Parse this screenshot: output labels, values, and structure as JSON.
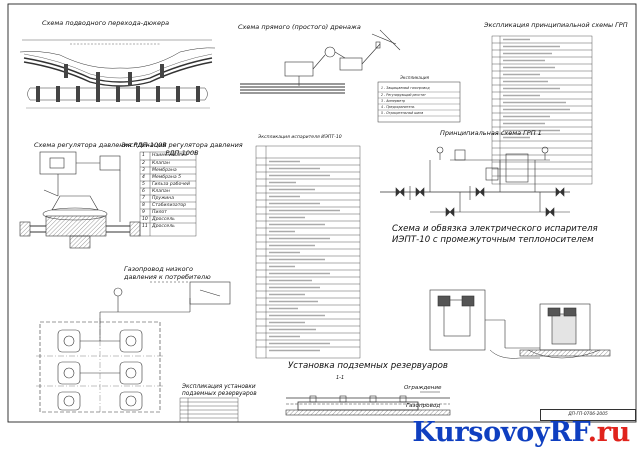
{
  "titles": {
    "underwater_crossing": "Схема подводного перехода-дюкера",
    "drainage": "Схема прямого (простого) дренажа",
    "grp_explication": "Экспликация принципиальной схемы ГРП",
    "regulator_scheme": "Схема регулятора давления РДП-100В",
    "regulator_explication": "Экспликация регулятора давления РДП-100В",
    "evaporator_explication": "Экспликация испарителя ИЭПТ-10",
    "grp_scheme": "Принципиальная схема ГРП 1",
    "evaporator_scheme": "Схема и обвязка электрического испарителя ИЭПТ-10 с промежуточным теплоносителем",
    "low_pressure_pipeline": "Газопровод низкого давления к потребителю",
    "tanks_explication": "Экспликация установки подземных резервуаров",
    "tanks_installation": "Установка подземных резервуаров",
    "section": "1-1",
    "fence": "Ограждение",
    "gas_pipeline": "Газопровод"
  },
  "drainage_explication": {
    "heading": "Экспликация",
    "rows": [
      "1 - Защищаемый газопровод",
      "2 - Регулирующий реостат",
      "3 - Амперметр",
      "4 - Предохранитель",
      "5 - Отрицательный шина"
    ]
  },
  "regulator_explication_rows": [
    {
      "num": "1",
      "name": "Наименование"
    },
    {
      "num": "2",
      "name": "Клапан"
    },
    {
      "num": "3",
      "name": "Мембрана"
    },
    {
      "num": "4",
      "name": "Мембрана 5"
    },
    {
      "num": "5",
      "name": "Гильза рабочей"
    },
    {
      "num": "6",
      "name": "Клапан"
    },
    {
      "num": "7",
      "name": "Пружина"
    },
    {
      "num": "8",
      "name": "Стабилизатор"
    },
    {
      "num": "9",
      "name": "Пилот"
    },
    {
      "num": "10",
      "name": "Дроссель"
    },
    {
      "num": "11",
      "name": "Дроссель"
    }
  ],
  "stamp": {
    "code": "ДП-ГП-0706-2005"
  },
  "watermark": {
    "main": "KursovoyRF",
    "suffix": ".ru"
  }
}
